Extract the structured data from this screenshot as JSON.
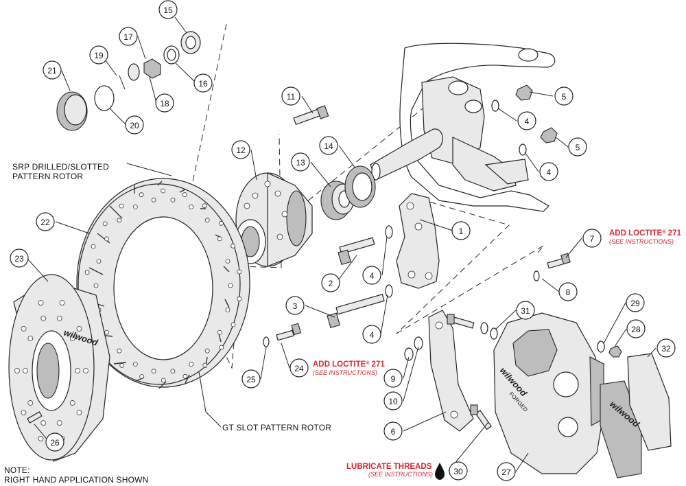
{
  "callouts": [
    {
      "n": "1"
    },
    {
      "n": "2"
    },
    {
      "n": "3"
    },
    {
      "n": "4"
    },
    {
      "n": "4"
    },
    {
      "n": "4"
    },
    {
      "n": "4"
    },
    {
      "n": "5"
    },
    {
      "n": "5"
    },
    {
      "n": "6"
    },
    {
      "n": "7"
    },
    {
      "n": "8"
    },
    {
      "n": "9"
    },
    {
      "n": "10"
    },
    {
      "n": "11"
    },
    {
      "n": "12"
    },
    {
      "n": "13"
    },
    {
      "n": "14"
    },
    {
      "n": "15"
    },
    {
      "n": "16"
    },
    {
      "n": "17"
    },
    {
      "n": "18"
    },
    {
      "n": "19"
    },
    {
      "n": "20"
    },
    {
      "n": "21"
    },
    {
      "n": "22"
    },
    {
      "n": "23"
    },
    {
      "n": "24"
    },
    {
      "n": "25"
    },
    {
      "n": "26"
    },
    {
      "n": "27"
    },
    {
      "n": "28"
    },
    {
      "n": "29"
    },
    {
      "n": "30"
    },
    {
      "n": "31"
    },
    {
      "n": "32"
    }
  ],
  "labels": {
    "srp_line1": "SRP DRILLED/SLOTTED",
    "srp_line2": "PATTERN ROTOR",
    "gt_slot": "GT SLOT PATTERN ROTOR",
    "note_line1": "NOTE:",
    "note_line2": "RIGHT HAND APPLICATION SHOWN"
  },
  "annotations": {
    "loctite_7": {
      "prefix": "ADD LOCTITE",
      "reg": "®",
      "suffix": " 271",
      "sub": "(SEE INSTRUCTIONS)"
    },
    "loctite_24": {
      "prefix": "ADD LOCTITE",
      "reg": "®",
      "suffix": " 271",
      "sub": "(SEE INSTRUCTIONS)"
    },
    "lubricate_30": {
      "main": "LUBRICATE THREADS",
      "sub": "(SEE INSTRUCTIONS)"
    }
  },
  "branding": {
    "hat_logo": "wilwood",
    "caliper_logo": "wilwood",
    "caliper_sub": "FORGED",
    "pad_logo": "wilwood"
  },
  "colors": {
    "annotation_red": "#d7282f",
    "line": "#222222",
    "part_fill": "#e9e9e9"
  }
}
